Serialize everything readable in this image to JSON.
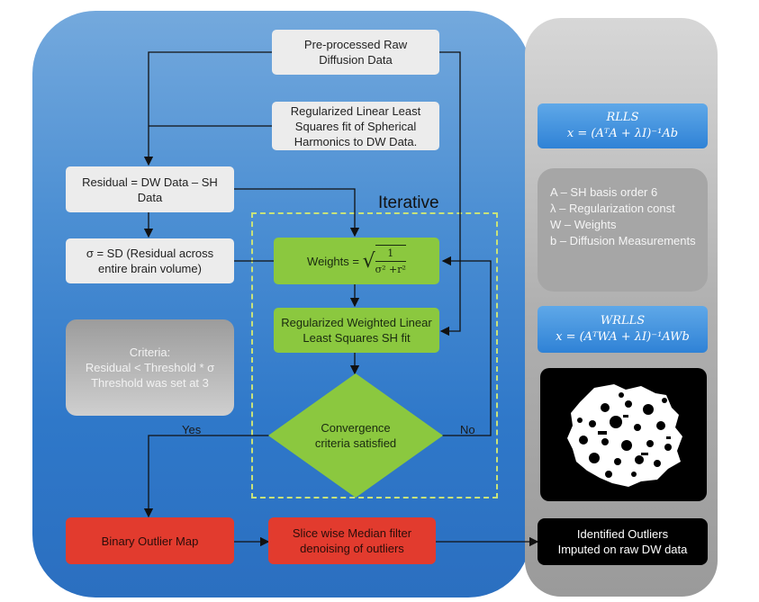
{
  "colors": {
    "panel_blue": "#4c8fd3",
    "panel_gray": "#b0b0b0",
    "step_gray": "#ececec",
    "step_green": "#8bc83f",
    "step_red": "#e23b2e",
    "formula_blue": "#2f82d6"
  },
  "nodes": {
    "raw_data": "Pre-processed Raw Diffusion Data",
    "rlls_fit": "Regularized Linear Least Squares fit of Spherical Harmonics to DW Data.",
    "residual": "Residual = DW Data – SH Data",
    "sigma": "σ = SD (Residual across entire brain volume)",
    "weights_prefix": "Weights = ",
    "weights_num": "1",
    "weights_den": "σ² +r²",
    "wlls_fit": "Regularized Weighted Linear Least Squares SH fit",
    "convergence": "Convergence criteria satisfied",
    "criteria_title": "Criteria:",
    "criteria_line1": "Residual < Threshold * σ",
    "criteria_line2": "Threshold was set at 3",
    "binary_map": "Binary Outlier Map",
    "median_filter": "Slice wise Median filter denoising of outliers",
    "identified_line1": "Identified Outliers",
    "identified_line2": "Imputed on raw DW data"
  },
  "labels": {
    "iterative": "Iterative",
    "yes": "Yes",
    "no": "No"
  },
  "formulas": {
    "rlls_title": "RLLS",
    "rlls_eq": "x = (AᵀA + λI)⁻¹Ab",
    "wrlls_title": "WRLLS",
    "wrlls_eq": "x = (AᵀWA + λI)⁻¹AWb"
  },
  "definitions": [
    "A – SH basis order 6",
    "λ – Regularization const",
    "W – Weights",
    "b – Diffusion Measurements"
  ]
}
